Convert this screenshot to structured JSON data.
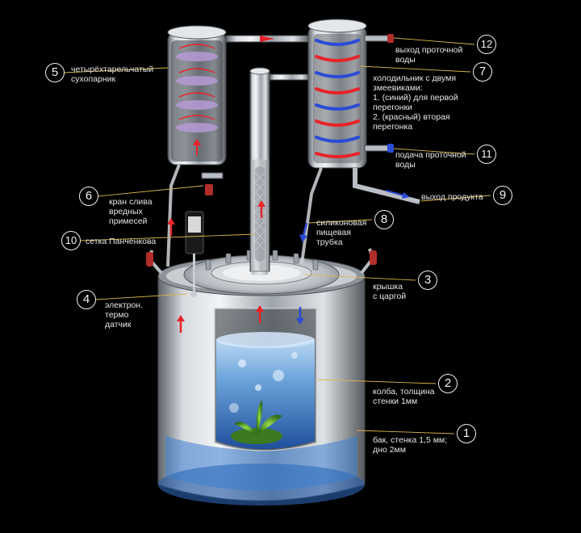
{
  "colors": {
    "background": "#000000",
    "leader": "#d9b44a",
    "hot_arrow": "#e8232a",
    "cold_arrow": "#2b4bd6",
    "steel": "#b9bec4",
    "water": "#3a7fd0"
  },
  "callouts": [
    {
      "number": "1",
      "label": "бак, стенка 1,5 мм;\nдно 2мм"
    },
    {
      "number": "2",
      "label": "колба, толщина\nстенки 1мм"
    },
    {
      "number": "3",
      "label": "крышка\nс царгой"
    },
    {
      "number": "4",
      "label": "электрон.\nтермо\nдатчик"
    },
    {
      "number": "5",
      "label": "четырёхтарельчатый\nсухопарник"
    },
    {
      "number": "6",
      "label": "кран слива\nвредных\nпримесей"
    },
    {
      "number": "7",
      "label": "холодильник с двумя\nзмеевиками:\n1. (синий)  для первой\n    перегонки\n2. (красный)  вторая\n    перегонка"
    },
    {
      "number": "8",
      "label": "силиконовая\nпищевая\nтрубка"
    },
    {
      "number": "9",
      "label": "выход продукта"
    },
    {
      "number": "10",
      "label": "сетка  Панченкова"
    },
    {
      "number": "11",
      "label": "подача проточной\nводы"
    },
    {
      "number": "12",
      "label": "выход  проточной\nводы"
    }
  ]
}
